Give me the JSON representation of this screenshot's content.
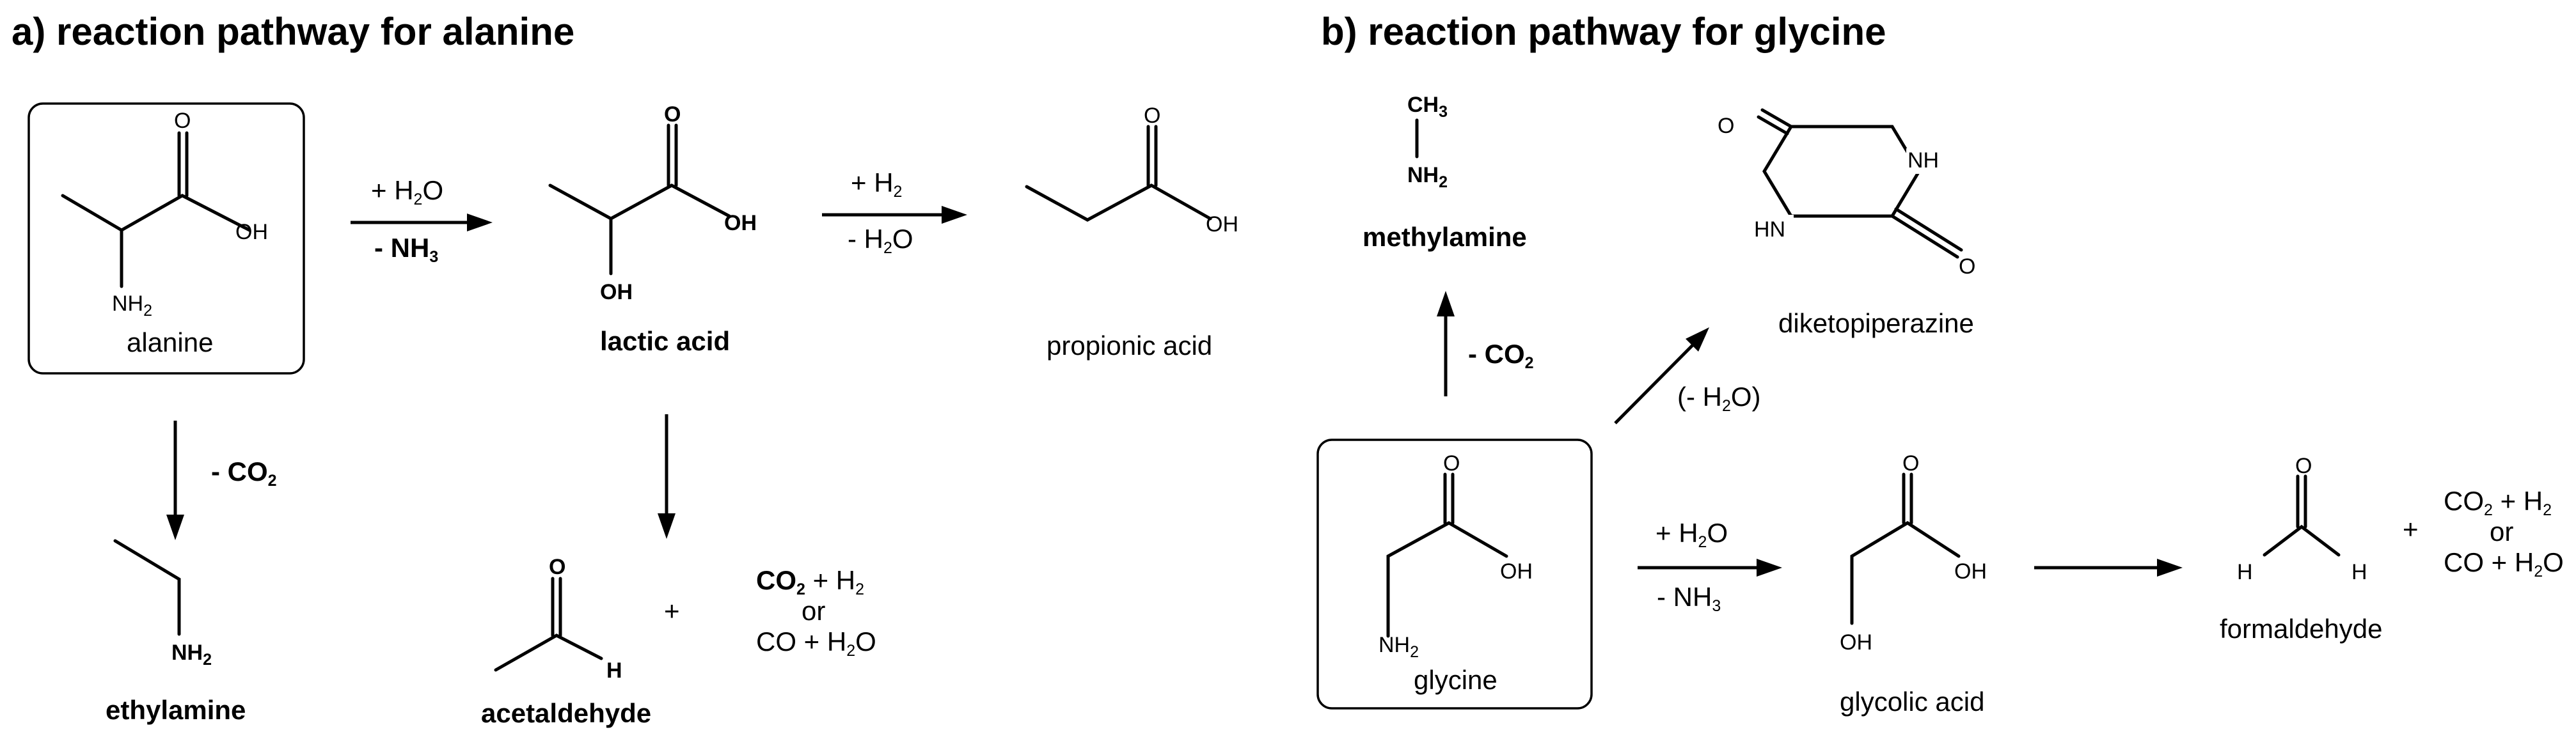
{
  "titles": {
    "a": "a) reaction pathway for alanine",
    "b": "b) reaction pathway for glycine"
  },
  "compounds": {
    "alanine": "alanine",
    "lactic_acid": "lactic acid",
    "propionic_acid": "propionic acid",
    "ethylamine": "ethylamine",
    "acetaldehyde": "acetaldehyde",
    "methylamine": "methylamine",
    "diketopiperazine": "diketopiperazine",
    "glycine": "glycine",
    "glycolic_acid": "glycolic acid",
    "formaldehyde": "formaldehyde"
  },
  "conditions": {
    "h2o": "+ H",
    "h2o_o": "O",
    "h2": "+ H",
    "minus_h2o": "- H",
    "minus_nh3": "- NH",
    "minus_co2": "- CO",
    "paren_h2o_open": "(- H",
    "paren_h2o_close": "O)",
    "plus": "+",
    "or": "or",
    "co2": "CO",
    "co2_plus_h2": " + H",
    "co": "CO + H",
    "co_o": "O"
  },
  "atoms": {
    "O": "O",
    "OH": "OH",
    "NH": "NH",
    "HN": "HN",
    "H": "H",
    "N_H": "NH",
    "CH": "CH",
    "sub2": "2",
    "sub3": "3"
  }
}
